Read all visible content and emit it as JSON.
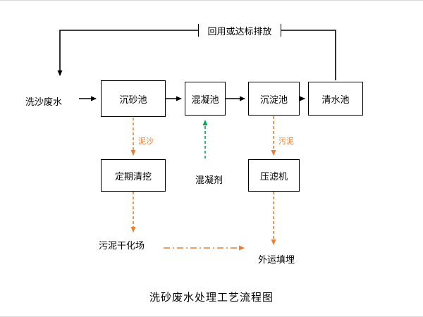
{
  "diagram": {
    "title": "洗砂废水处理工艺流程图",
    "feedback_label": "回用或达标排放",
    "input_label": "洗沙废水",
    "boxes": {
      "grit_chamber": "沉砂池",
      "coagulation_tank": "混凝池",
      "sedimentation_tank": "沉淀池",
      "clean_water_tank": "清水池",
      "periodic_dredging": "定期清挖",
      "filter_press": "压滤机"
    },
    "flow_labels": {
      "sediment": "泥沙",
      "sludge": "污泥",
      "coagulant": "混凝剂",
      "sludge_drying_field": "污泥干化场",
      "landfill": "外运填埋"
    },
    "colors": {
      "line": "#000000",
      "sludge_arrow": "#ED7D31",
      "coagulant_arrow": "#00A650"
    }
  }
}
